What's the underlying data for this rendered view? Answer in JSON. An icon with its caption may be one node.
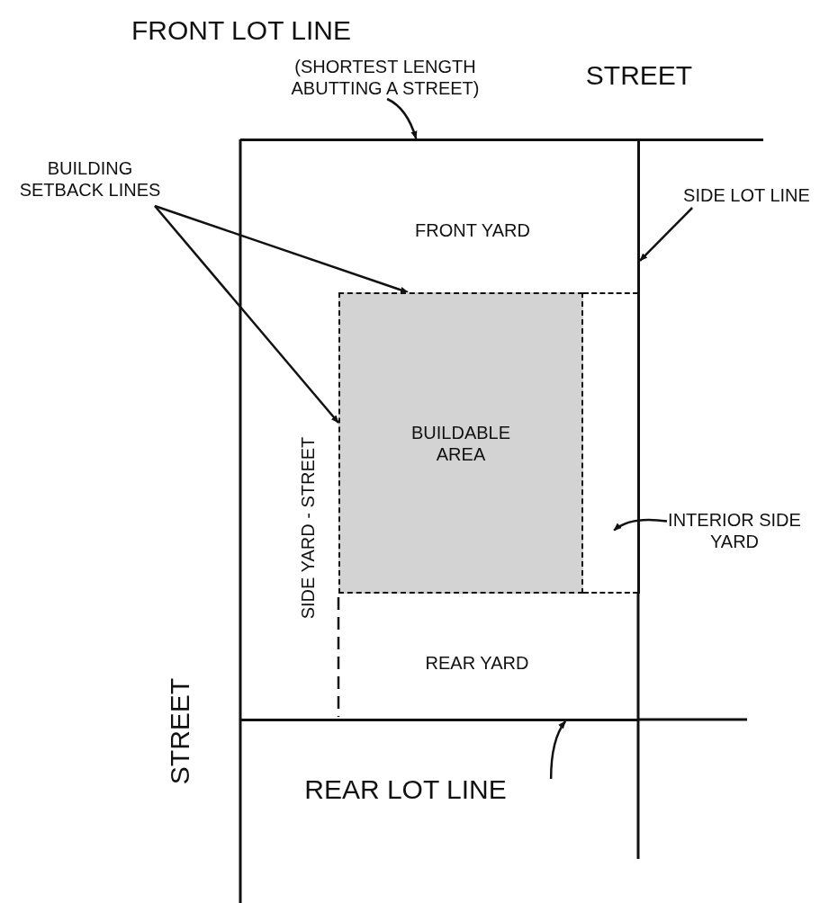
{
  "diagram": {
    "nodes": [
      {
        "text": [
          "FRONT LOT LINE",
          "(SHORTEST LENGTH ABUTTING A STREET)"
        ]
      },
      {
        "text": [],
        "shape": "line"
      },
      {
        "text": [
          "BUILDING SETBACK LINES"
        ]
      },
      {
        "text": [
          "BUILDABLE AREA"
        ]
      },
      {
        "text": [
          "SIDE LOT LINE"
        ]
      },
      {
        "text": [],
        "shape": "line"
      },
      {
        "text": [
          "INTERIOR SIDE YARD"
        ]
      },
      {
        "text": [],
        "shape": "box"
      },
      {
        "text": [
          "REAR LOT LINE"
        ]
      },
      {
        "text": [],
        "shape": "line"
      }
    ],
    "edges": [
      {
        "from": 0,
        "to": 1,
        "arrow": "to"
      },
      {
        "from": 2,
        "to": 3,
        "arrow": "to"
      },
      {
        "from": 2,
        "to": 3,
        "arrow": "to"
      },
      {
        "from": 4,
        "to": 5,
        "arrow": "to"
      },
      {
        "from": 6,
        "to": 7,
        "arrow": "to"
      },
      {
        "from": 8,
        "to": 9,
        "arrow": "to"
      }
    ],
    "labels": [
      "STREET",
      "FRONT YARD",
      "SIDE YARD - STREET",
      "REAR YARD",
      "STREET"
    ]
  }
}
